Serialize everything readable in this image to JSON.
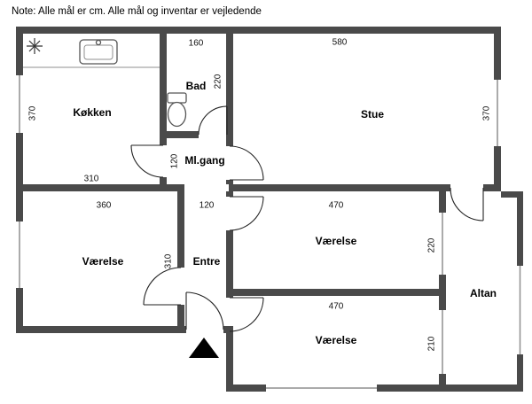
{
  "note": "Note: Alle mål er cm. Alle mål og inventar er vejledende",
  "rooms": {
    "kokken": {
      "label": "Køkken"
    },
    "bad": {
      "label": "Bad"
    },
    "stue": {
      "label": "Stue"
    },
    "mlgang": {
      "label": "Ml.gang"
    },
    "vaerelse_left": {
      "label": "Værelse"
    },
    "entre": {
      "label": "Entre"
    },
    "vaerelse_mid": {
      "label": "Værelse"
    },
    "vaerelse_bottom": {
      "label": "Værelse"
    },
    "altan": {
      "label": "Altan"
    }
  },
  "dimensions": {
    "kokken_left": "370",
    "kokken_bottom": "310",
    "bad_top": "160",
    "bad_right": "220",
    "stue_top": "580",
    "stue_right": "370",
    "mlgang_height": "120",
    "vaerelse_left_top": "360",
    "vaerelse_left_right": "310",
    "entre_top": "120",
    "vaerelse_mid_top": "470",
    "vaerelse_mid_right": "220",
    "vaerelse_bottom_top": "470",
    "vaerelse_bottom_right": "210"
  },
  "icons": {
    "sink": "kitchen-sink-icon",
    "stove": "stove-asterisk-icon",
    "toilet": "toilet-icon",
    "entrance": "entrance-arrow-icon"
  },
  "colors": {
    "wall": "#4a4a4a",
    "window_line": "#8f8f8f",
    "background": "#ffffff"
  }
}
